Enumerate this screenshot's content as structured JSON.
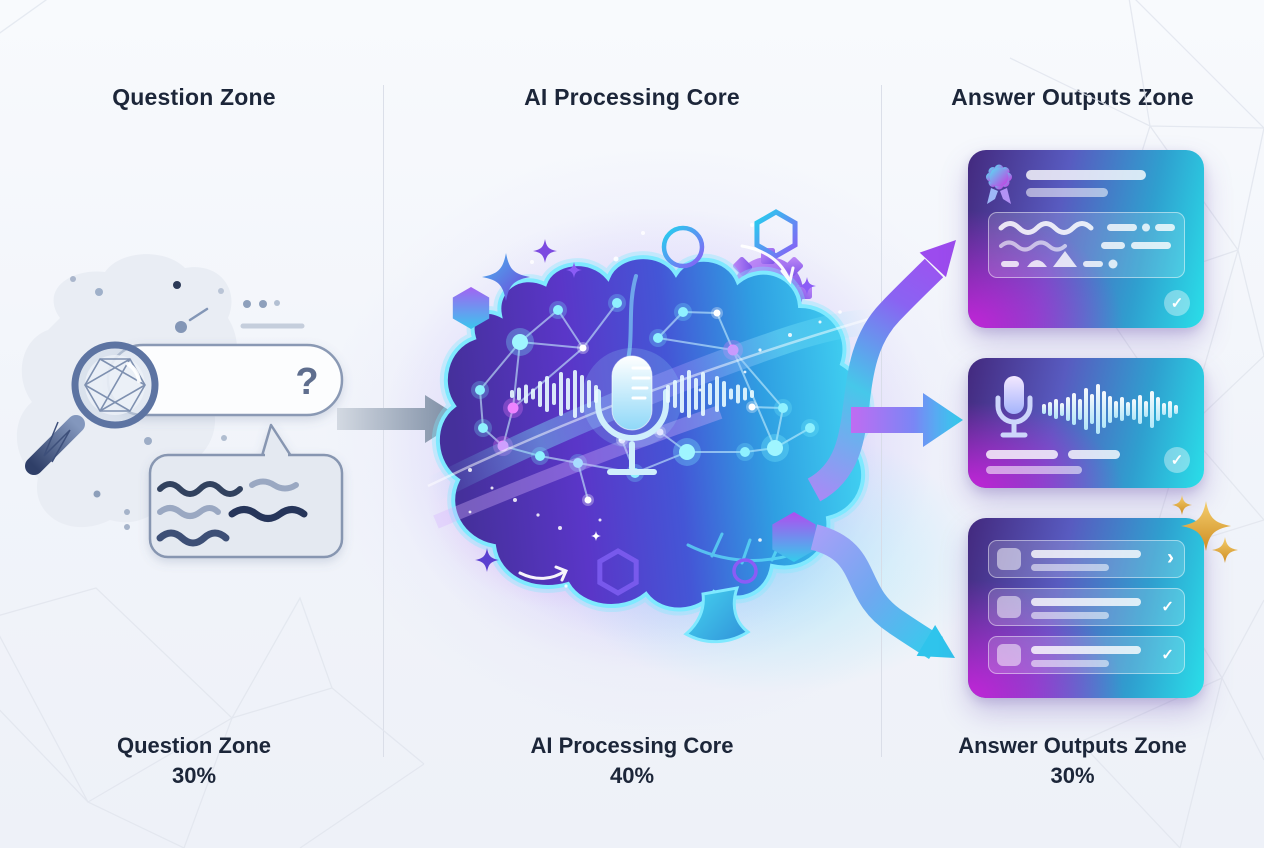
{
  "zones": [
    {
      "header": "Question Zone",
      "footer_label": "Question Zone",
      "share": "30%"
    },
    {
      "header": "AI Processing Core",
      "footer_label": "AI Processing Core",
      "share": "40%"
    },
    {
      "header": "Answer Outputs Zone",
      "footer_label": "Answer Outputs Zone",
      "share": "30%"
    }
  ],
  "icons": {
    "question_mark": "?",
    "check": "✓",
    "chevron": "›"
  },
  "colors": {
    "heading_text": "#1c2639",
    "card_indigo": "#43297e",
    "card_magenta": "#cd23de",
    "card_cyan": "#2adfe9",
    "arrow_gray": "#7e8fa8",
    "arrow_purple": "#a58cf5",
    "arrow_cyan": "#2bd9ee",
    "brain_purple": "#5a36c8",
    "brain_cyan": "#3fcdf0",
    "gold_sparkle": "#e0a63e"
  }
}
